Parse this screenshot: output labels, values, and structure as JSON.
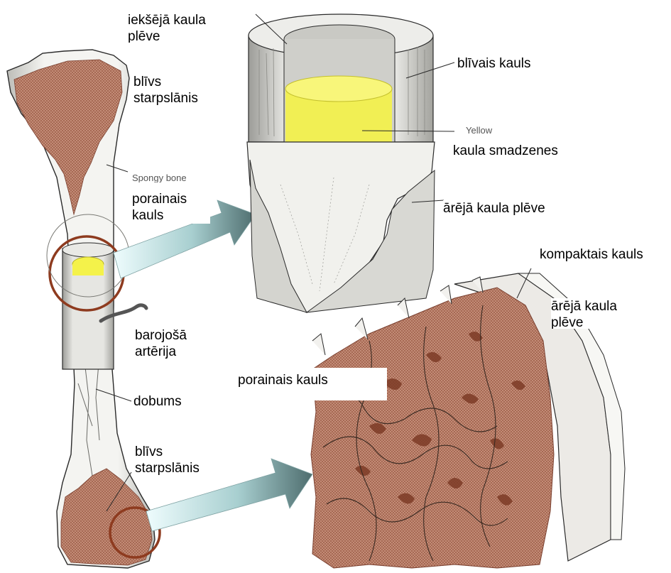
{
  "labels": {
    "inner_membrane": "iekšējā kaula\nplēve",
    "dense_layer_top": "blīvs\nstarpslānis",
    "dense_bone": "blīvais kauls",
    "marrow": "kaula smadzenes",
    "porous_bone_left": "porainais\nkauls",
    "outer_membrane_top": "ārējā kaula plēve",
    "compact_bone": "kompaktais kauls",
    "outer_membrane_right": "ārējā kaula\nplēve",
    "feeding_artery": "barojošā\nartērija",
    "porous_bone_center": "porainais kauls",
    "cavity": "dobums",
    "dense_layer_bottom": "blīvs\nstarpslānis"
  },
  "background_text": {
    "yellow": "Yellow",
    "spongy_bone": "Spongy bone"
  },
  "colors": {
    "spongy_fill": "#b87a62",
    "marrow_yellow": "#f4f24a",
    "arrow_cyan": "#dff7f8",
    "arrow_dark": "#4e6d6e",
    "highlight_ring": "#8e3b1f",
    "line": "#2a2a2a",
    "bone_grey": "#d9d9d6"
  }
}
